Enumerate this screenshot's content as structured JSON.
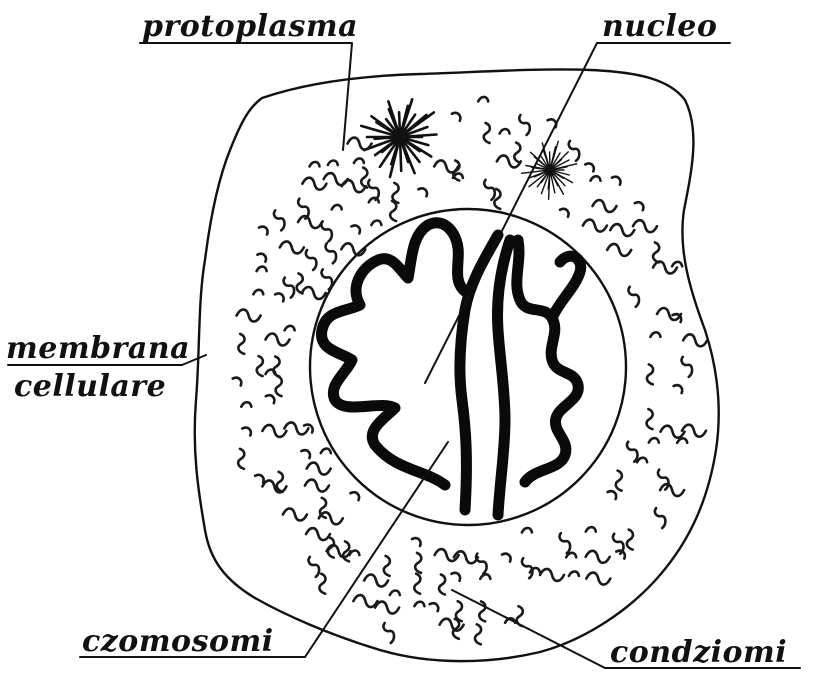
{
  "labels": {
    "protoplasma": "protoplasma",
    "nucleo": "nucleo",
    "membrana_line1": "membrana",
    "membrana_line2": "cellulare",
    "cromosomi": "czomosomi",
    "condriomi": "condziomi"
  },
  "colors": {
    "ink": "#111111",
    "background": "#ffffff"
  }
}
